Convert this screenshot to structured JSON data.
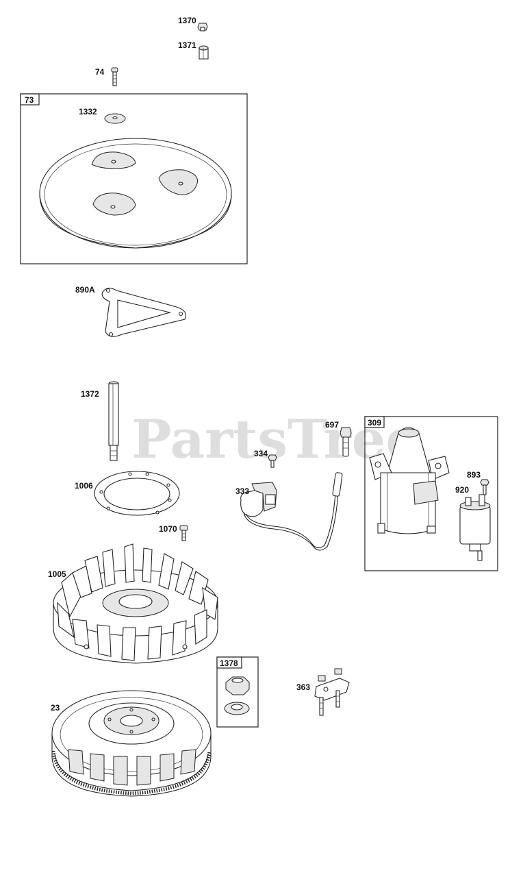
{
  "watermark": "PartsTree",
  "parts": {
    "p1370": "1370",
    "p1371": "1371",
    "p74": "74",
    "p73": "73",
    "p1332": "1332",
    "p890a": "890A",
    "p1372": "1372",
    "p1006": "1006",
    "p1070": "1070",
    "p1005": "1005",
    "p1378": "1378",
    "p23": "23",
    "p697": "697",
    "p309": "309",
    "p334": "334",
    "p333": "333",
    "p893": "893",
    "p920": "920",
    "p363": "363"
  }
}
